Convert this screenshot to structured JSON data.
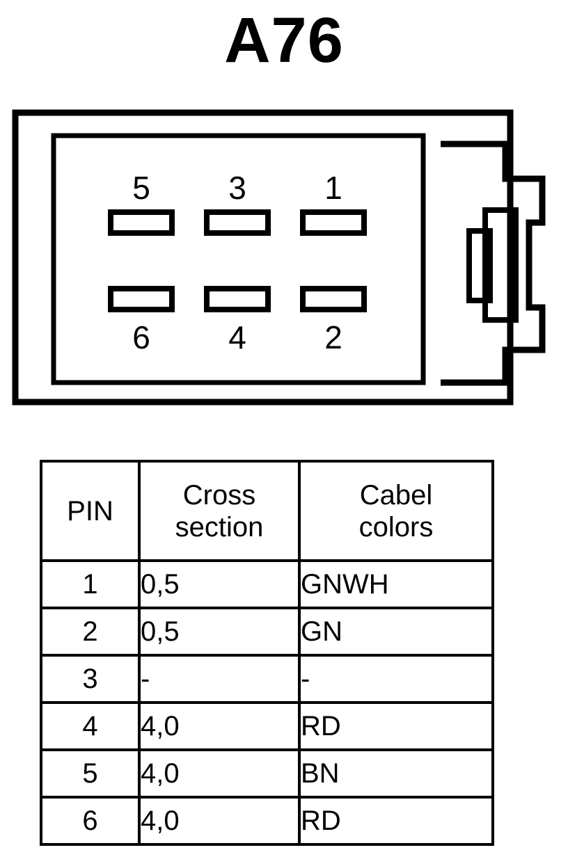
{
  "title": "A76",
  "connector": {
    "name": "6-way-connector-outline",
    "pin_labels_top": [
      "5",
      "3",
      "1"
    ],
    "pin_labels_bottom": [
      "6",
      "4",
      "2"
    ],
    "line_color": "#000000",
    "fill_color": "#ffffff"
  },
  "table": {
    "headers": [
      {
        "line1": "PIN",
        "line2": ""
      },
      {
        "line1": "Cross",
        "line2": "section"
      },
      {
        "line1": "Cabel",
        "line2": "colors"
      }
    ],
    "rows": [
      {
        "pin": "1",
        "cross_section": "0,5",
        "cable_colors": "GNWH"
      },
      {
        "pin": "2",
        "cross_section": "0,5",
        "cable_colors": "GN"
      },
      {
        "pin": "3",
        "cross_section": "-",
        "cable_colors": "-"
      },
      {
        "pin": "4",
        "cross_section": "4,0",
        "cable_colors": "RD"
      },
      {
        "pin": "5",
        "cross_section": "4,0",
        "cable_colors": "BN"
      },
      {
        "pin": "6",
        "cross_section": "4,0",
        "cable_colors": "RD"
      }
    ]
  }
}
